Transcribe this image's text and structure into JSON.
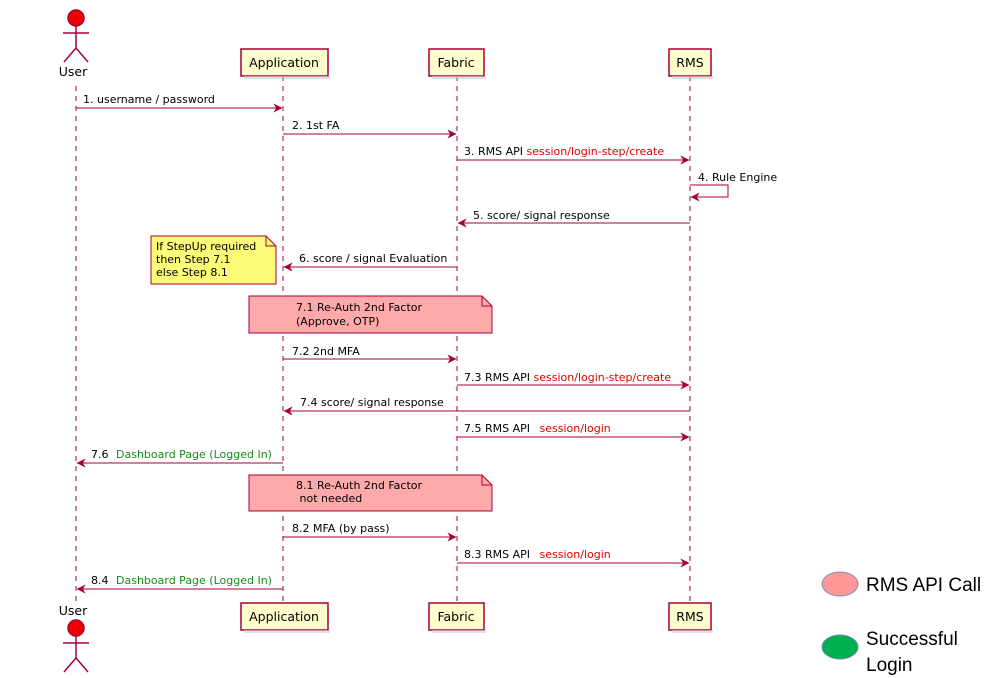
{
  "participants": {
    "user": "User",
    "application": "Application",
    "fabric": "Fabric",
    "rms": "RMS"
  },
  "messages": {
    "m1": "1. username / password",
    "m2": "2. 1st FA",
    "m3_prefix": "3. RMS API ",
    "m3_endpoint": "session/login-step/create",
    "m4": "4. Rule Engine",
    "m5": "5. score/ signal response",
    "m6": "6. score / signal Evaluation",
    "m72": "7.2 2nd MFA",
    "m73_prefix": "7.3 RMS API ",
    "m73_endpoint": "session/login-step/create",
    "m74": "7.4 score/ signal response",
    "m75_prefix": "7.5 RMS API ",
    "m75_endpoint": "session/login",
    "m76_prefix": "7.6 ",
    "m76_text": "Dashboard Page (Logged In)",
    "m82": "8.2 MFA (by pass)",
    "m83_prefix": "8.3 RMS API ",
    "m83_endpoint": "session/login",
    "m84_prefix": "8.4 ",
    "m84_text": "Dashboard Page (Logged In)"
  },
  "notes": {
    "stepup_line1": "If StepUp required",
    "stepup_line2": "then Step 7.1",
    "stepup_line3": "else Step 8.1",
    "reauth71_line1": "7.1 Re-Auth 2nd Factor",
    "reauth71_line2": "(Approve, OTP)",
    "reauth81_line1": "8.1 Re-Auth 2nd Factor",
    "reauth81_line2": " not needed"
  },
  "legend": {
    "rms_api_call": "RMS API Call",
    "successful_line1": "Successful",
    "successful_line2": "Login"
  },
  "colors": {
    "arrow": "#a80036",
    "participant_fill": "#fefece",
    "participant_border": "#a80036",
    "actor_fill": "#ee0000",
    "note_yellow": "#fbfb77",
    "note_red": "#ffaaaa",
    "endpoint_red": "#e00000",
    "success_green": "#1a8a1a",
    "legend_pink": "#ff9999",
    "legend_green": "#00b050"
  }
}
